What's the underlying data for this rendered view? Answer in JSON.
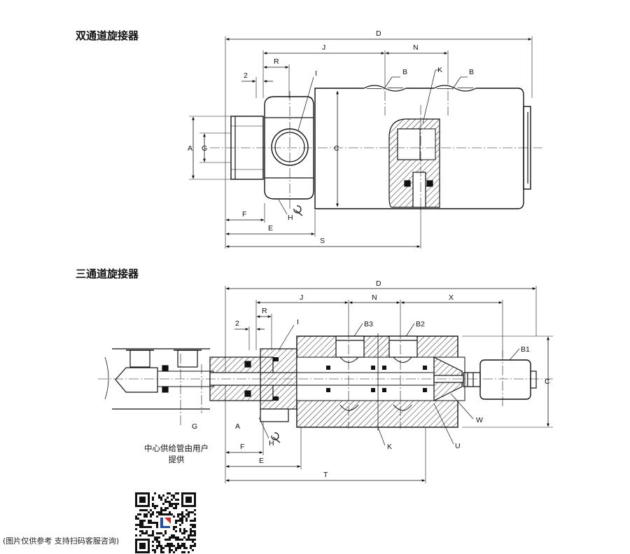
{
  "sections": {
    "two_channel_title": "双通道旋接器",
    "three_channel_title": "三通道旋接器"
  },
  "two_channel_labels": {
    "D": "D",
    "J": "J",
    "N": "N",
    "R": "R",
    "two": "2",
    "I": "I",
    "B_left": "B",
    "K": "K",
    "B_right": "B",
    "A": "A",
    "G": "G",
    "C": "C",
    "F": "F",
    "H": "H",
    "E": "E",
    "S": "S"
  },
  "three_channel_labels": {
    "D": "D",
    "J": "J",
    "N": "N",
    "X": "X",
    "R": "R",
    "two": "2",
    "I": "I",
    "B3": "B3",
    "B2": "B2",
    "B1": "B1",
    "C": "C",
    "W": "W",
    "G": "G",
    "A": "A",
    "H": "H",
    "K": "K",
    "U": "U",
    "F": "F",
    "E": "E",
    "T": "T"
  },
  "center_tube_note": {
    "line1": "中心供给管由用户",
    "line2": "提供"
  },
  "qr": {
    "note": "(图片仅供参考 支持扫码客服咨询)"
  },
  "colors": {
    "line": "#111111",
    "hatch": "#222222",
    "logo_blue": "#1f4fa8",
    "logo_red": "#d42a2a"
  }
}
